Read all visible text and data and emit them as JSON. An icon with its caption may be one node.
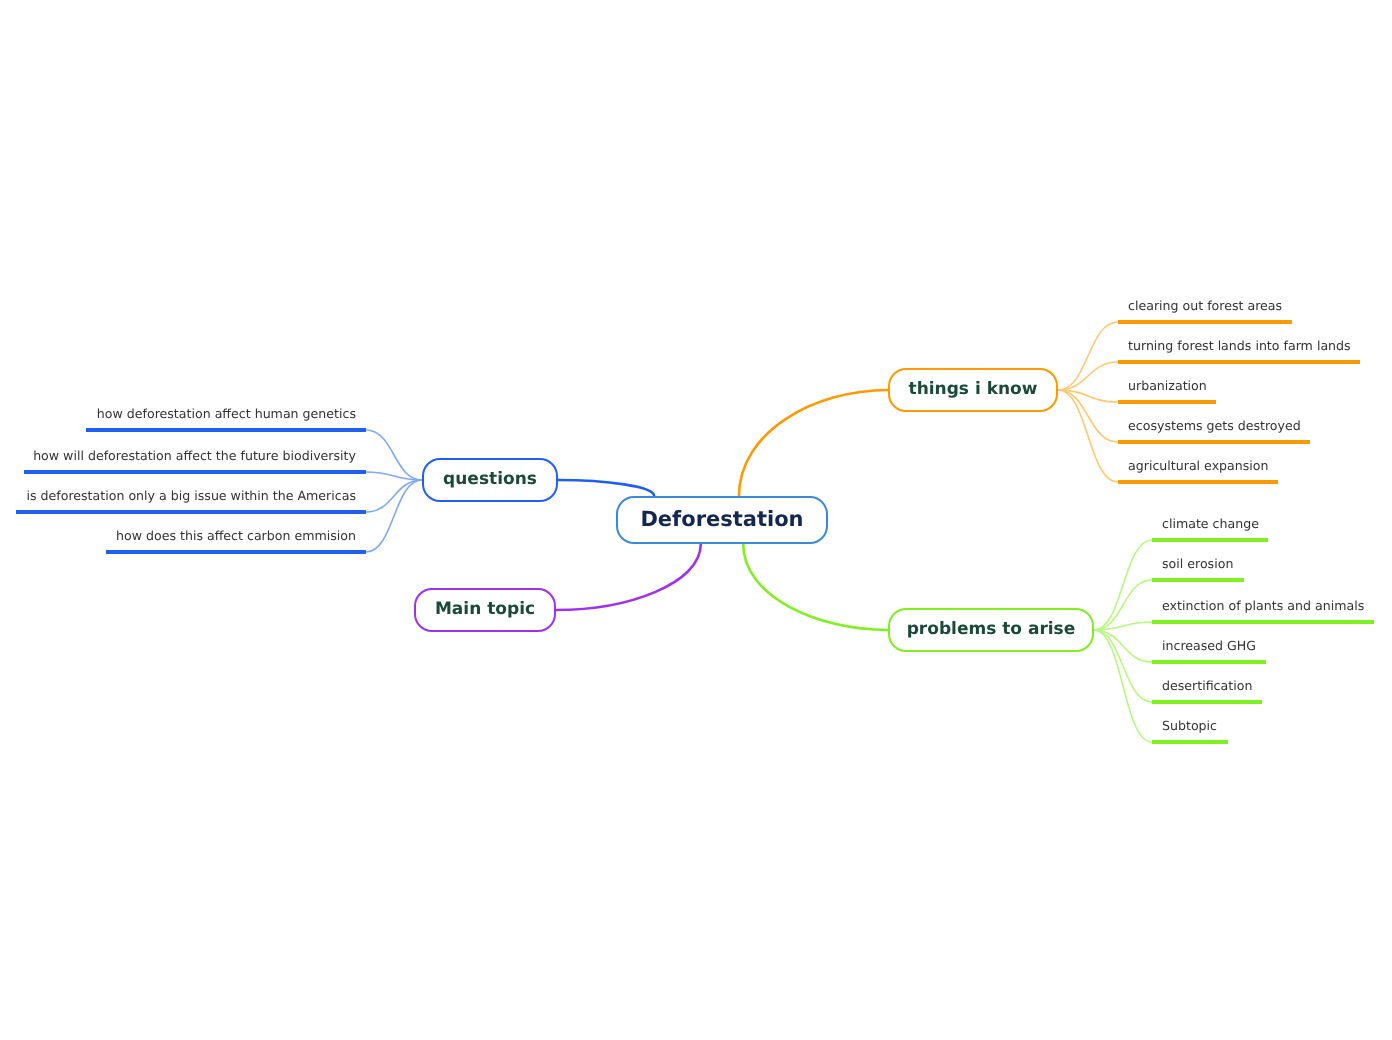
{
  "diagram": {
    "nodes": [
      {
        "text": [
          "Deforestation"
        ]
      },
      {
        "text": [
          "things i know"
        ]
      },
      {
        "text": [
          "problems to arise"
        ]
      },
      {
        "text": [
          "questions"
        ]
      },
      {
        "text": [
          "Main topic"
        ]
      },
      {
        "text": [
          "clearing out forest areas"
        ]
      },
      {
        "text": [
          "turning forest lands into farm lands"
        ]
      },
      {
        "text": [
          "urbanization"
        ]
      },
      {
        "text": [
          "ecosystems gets destroyed"
        ]
      },
      {
        "text": [
          "agricultural expansion"
        ]
      },
      {
        "text": [
          "climate change"
        ]
      },
      {
        "text": [
          "soil erosion"
        ]
      },
      {
        "text": [
          "extinction of plants and animals"
        ]
      },
      {
        "text": [
          "increased GHG"
        ]
      },
      {
        "text": [
          "desertification"
        ]
      },
      {
        "text": [
          "Subtopic"
        ]
      },
      {
        "text": [
          "how deforestation affect human genetics"
        ]
      },
      {
        "text": [
          "how will deforestation affect the future biodiversity"
        ]
      },
      {
        "text": [
          "is deforestation only a big issue within the Americas"
        ]
      },
      {
        "text": [
          "how does this affect carbon emmision"
        ]
      }
    ],
    "edges": [
      {
        "from": 0,
        "to": 1,
        "arrow": "none",
        "color": "#ff9900"
      },
      {
        "from": 0,
        "to": 2,
        "arrow": "none",
        "color": "#80f020"
      },
      {
        "from": 0,
        "to": 3,
        "arrow": "none",
        "color": "#2060f0"
      },
      {
        "from": 0,
        "to": 4,
        "arrow": "none",
        "color": "#a030f0"
      },
      {
        "from": 1,
        "to": 5,
        "arrow": "none",
        "color": "#ffc870"
      },
      {
        "from": 1,
        "to": 6,
        "arrow": "none",
        "color": "#ffc870"
      },
      {
        "from": 1,
        "to": 7,
        "arrow": "none",
        "color": "#ffc870"
      },
      {
        "from": 1,
        "to": 8,
        "arrow": "none",
        "color": "#ffc870"
      },
      {
        "from": 1,
        "to": 9,
        "arrow": "none",
        "color": "#ffc870"
      },
      {
        "from": 2,
        "to": 10,
        "arrow": "none",
        "color": "#b8f880"
      },
      {
        "from": 2,
        "to": 11,
        "arrow": "none",
        "color": "#b8f880"
      },
      {
        "from": 2,
        "to": 12,
        "arrow": "none",
        "color": "#b8f880"
      },
      {
        "from": 2,
        "to": 13,
        "arrow": "none",
        "color": "#b8f880"
      },
      {
        "from": 2,
        "to": 14,
        "arrow": "none",
        "color": "#b8f880"
      },
      {
        "from": 2,
        "to": 15,
        "arrow": "none",
        "color": "#b8f880"
      },
      {
        "from": 3,
        "to": 16,
        "arrow": "none",
        "color": "#80a8f8"
      },
      {
        "from": 3,
        "to": 17,
        "arrow": "none",
        "color": "#80a8f8"
      },
      {
        "from": 3,
        "to": 18,
        "arrow": "none",
        "color": "#80a8f8"
      },
      {
        "from": 3,
        "to": 19,
        "arrow": "none",
        "color": "#80a8f8"
      }
    ]
  }
}
